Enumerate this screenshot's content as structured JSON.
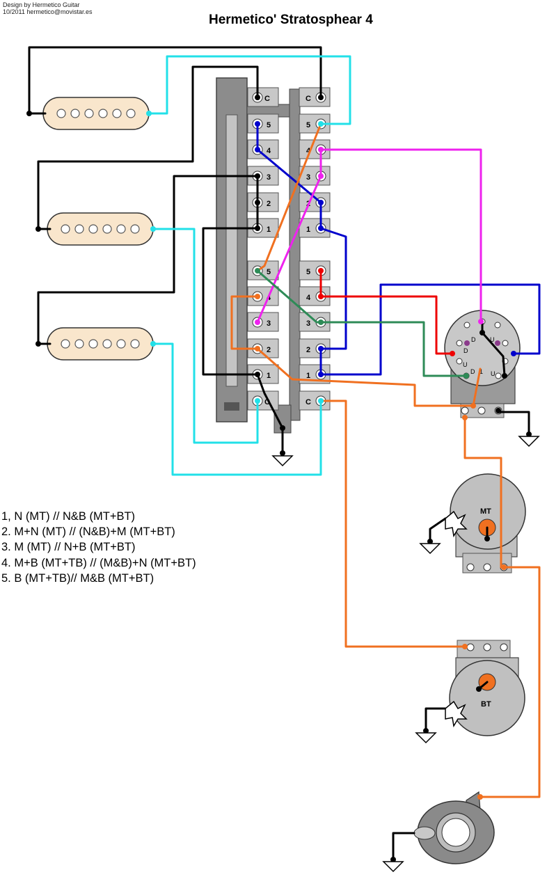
{
  "credits": [
    "Design by Hermetico Guitar",
    "10/2011 hermetico@movistar.es"
  ],
  "title": "Hermetico' Stratosphear 4",
  "switch": {
    "upper_left": [
      "C",
      "5",
      "4",
      "3",
      "2",
      "1"
    ],
    "upper_right": [
      "C",
      "5",
      "4",
      "3",
      "2",
      "1"
    ],
    "lower_left": [
      "5",
      "4",
      "3",
      "2",
      "1",
      "C"
    ],
    "lower_right": [
      "5",
      "4",
      "3",
      "2",
      "1",
      "C"
    ]
  },
  "rotary": {
    "labels": [
      "D",
      "U",
      "D",
      "U",
      "D",
      "1",
      "U"
    ]
  },
  "pots": {
    "middle_tone": "MT",
    "bridge_tone": "BT"
  },
  "legend": [
    "1, N (MT) // N&B (MT+BT)",
    "2. M+N (MT) // (N&B)+M (MT+BT)",
    "3. M (MT) // N+B (MT+BT)",
    "4. M+B (MT+TB) // (M&B)+N (MT+BT)",
    "5. B (MT+TB)// M&B (MT+BT)"
  ],
  "colors": {
    "black": "#000000",
    "cyan": "#22e0e8",
    "blue": "#0000cc",
    "orange": "#f07020",
    "magenta": "#ee22ee",
    "green": "#2e8b57",
    "red": "#ee0000",
    "purple": "#8b3a8b",
    "pickup": "#f9e6cc",
    "switch_body": "#8c8c8c",
    "lug": "#c8c8c8",
    "pot": "#c0c0c0"
  }
}
